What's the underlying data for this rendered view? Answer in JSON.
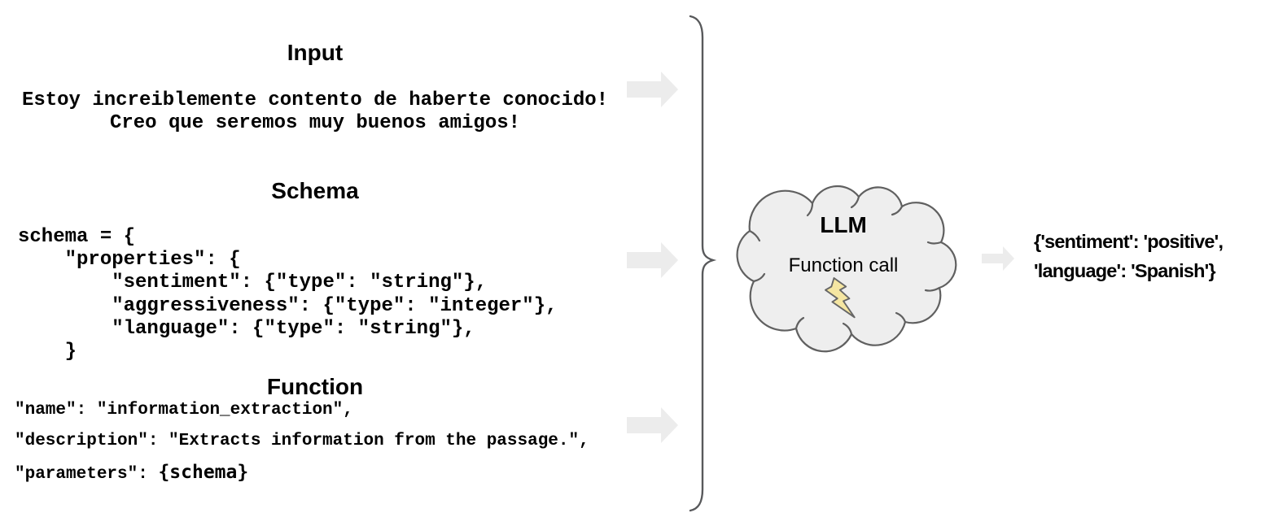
{
  "diagram": {
    "input": {
      "title": "Input",
      "text": "Estoy increiblemente contento de haberte conocido!\nCreo que seremos muy buenos amigos!"
    },
    "schema": {
      "title": "Schema",
      "code": "schema = {\n    \"properties\": {\n        \"sentiment\": {\"type\": \"string\"},\n        \"aggressiveness\": {\"type\": \"integer\"},\n        \"language\": {\"type\": \"string\"},\n    }"
    },
    "function": {
      "title": "Function",
      "line1": "\"name\": \"information_extraction\",",
      "line2": "\"description\": \"Extracts information from the passage.\",",
      "line3_prefix": "\"parameters\": ",
      "line3_schema": "{schema}"
    },
    "llm": {
      "title": "LLM",
      "subtitle": "Function call",
      "icon": "lightning-bolt-icon"
    },
    "output": {
      "text": "{'sentiment': 'positive',\n'language': 'Spanish'}"
    },
    "colors": {
      "text": "#000000",
      "arrow": "#ececec",
      "brace_stroke": "#58595b",
      "cloud_fill": "#eeeeee",
      "cloud_stroke": "#606060",
      "bolt_fill": "#f5e6a2",
      "bolt_stroke": "#666666"
    }
  }
}
